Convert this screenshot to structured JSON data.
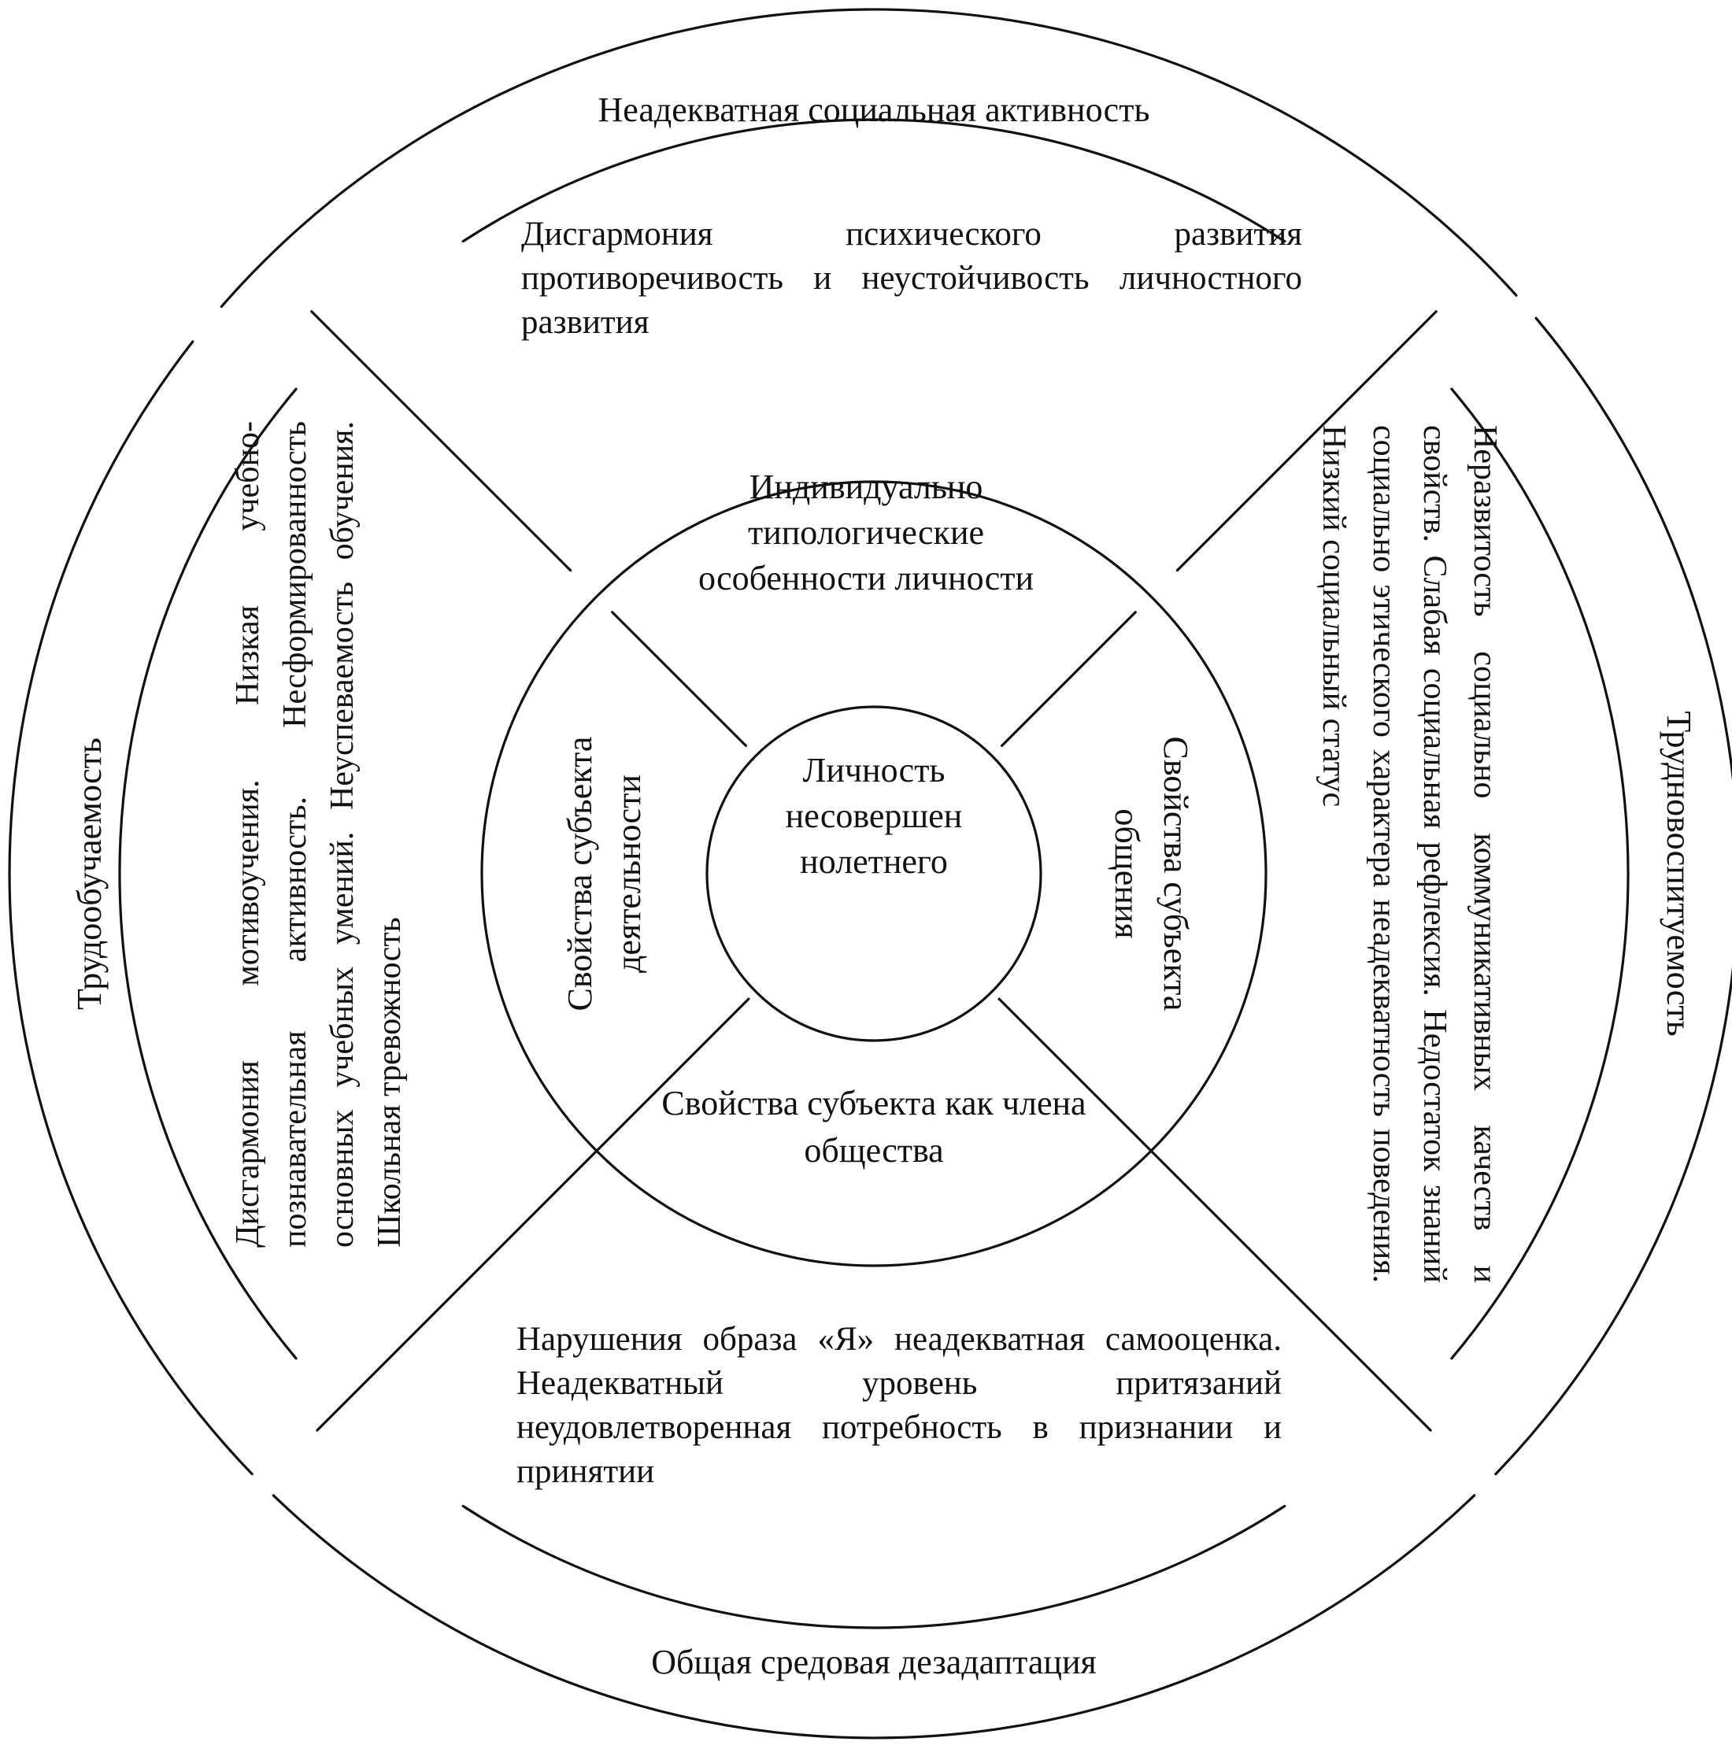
{
  "rings": {
    "top": "Неадекватная социальная активность",
    "bottom": "Общая средовая дезадаптация",
    "left": "Трудообучаемость",
    "right": "Трудновоспитуемость"
  },
  "outer_sectors": {
    "top": "Дисгармония психического развития противоречивость и неустойчивость личностного развития",
    "left": "Дисгармония мотивоучения. Низкая учебно-познавательная активность. Несформированность основных учебных умений. Неуспеваемость обучения. Школьная тревожность",
    "right": "Неразвитость социально коммуникативных качеств и свойств. Слабая социальная рефлексия. Недостаток знаний социально этического характера неадекватность поведения. Низкий социальный статус",
    "bottom": "Нарушения образа «Я» неадекватная самооценка. Неадекватный уровень притязаний неудовлетворенная потребность в признании и принятии"
  },
  "inner_sectors": {
    "top": "Индивидуально типологические особенности личности",
    "left": "Свойства субъекта деятельности",
    "right": "Свойства субъекта общения",
    "bottom": "Свойства субъекта как члена общества"
  },
  "center": {
    "line1": "Личность",
    "line2": "несовершен",
    "line3": "нолетнего"
  }
}
